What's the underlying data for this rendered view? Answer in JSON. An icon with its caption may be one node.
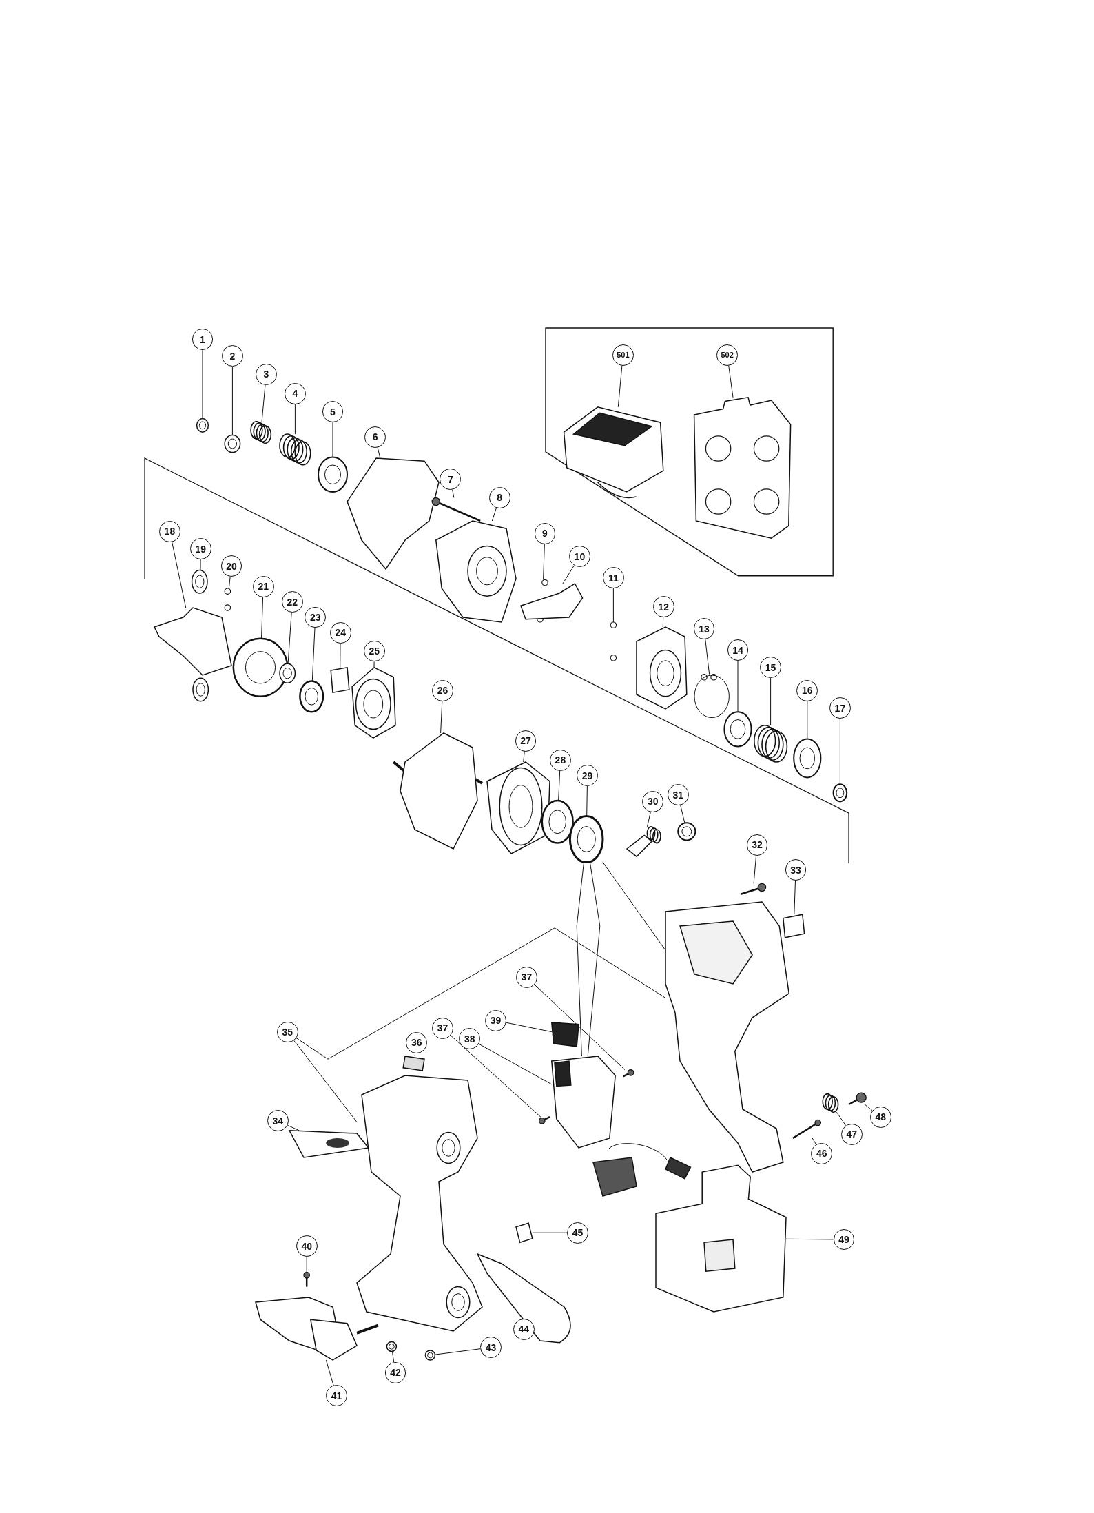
{
  "diagram": {
    "nodes": [
      {
        "text": [],
        "shape": "box"
      },
      {
        "text": [
          "501"
        ],
        "in": 0
      },
      {
        "text": [
          "502"
        ],
        "in": 0
      },
      {
        "text": [
          "1"
        ]
      },
      {
        "text": [
          "2"
        ]
      },
      {
        "text": [
          "3"
        ]
      },
      {
        "text": [
          "4"
        ]
      },
      {
        "text": [
          "5"
        ]
      },
      {
        "text": [
          "6"
        ]
      },
      {
        "text": [
          "7"
        ]
      },
      {
        "text": [
          "8"
        ]
      },
      {
        "text": [
          "9"
        ]
      },
      {
        "text": [
          "10"
        ]
      },
      {
        "text": [
          "11"
        ]
      },
      {
        "text": [
          "12"
        ]
      },
      {
        "text": [
          "13"
        ]
      },
      {
        "text": [
          "14"
        ]
      },
      {
        "text": [
          "15"
        ]
      },
      {
        "text": [
          "16"
        ]
      },
      {
        "text": [
          "17"
        ]
      },
      {
        "text": [
          "18"
        ]
      },
      {
        "text": [
          "19"
        ]
      },
      {
        "text": [
          "20"
        ]
      },
      {
        "text": [
          "21"
        ]
      },
      {
        "text": [
          "22"
        ]
      },
      {
        "text": [
          "23"
        ]
      },
      {
        "text": [
          "24"
        ]
      },
      {
        "text": [
          "25"
        ]
      },
      {
        "text": [
          "26"
        ]
      },
      {
        "text": [
          "27"
        ]
      },
      {
        "text": [
          "28"
        ]
      },
      {
        "text": [
          "29"
        ]
      },
      {
        "text": [
          "30"
        ]
      },
      {
        "text": [
          "31"
        ]
      },
      {
        "text": [
          "32"
        ]
      },
      {
        "text": [
          "33"
        ]
      },
      {
        "text": [
          "34"
        ]
      },
      {
        "text": [
          "35"
        ]
      },
      {
        "text": [
          "36"
        ]
      },
      {
        "text": [
          "37"
        ]
      },
      {
        "text": [
          "37"
        ]
      },
      {
        "text": [
          "38"
        ]
      },
      {
        "text": [
          "39"
        ]
      },
      {
        "text": [
          "40"
        ]
      },
      {
        "text": [
          "41"
        ]
      },
      {
        "text": [
          "42"
        ]
      },
      {
        "text": [
          "43"
        ]
      },
      {
        "text": [
          "44"
        ]
      },
      {
        "text": [
          "45"
        ]
      },
      {
        "text": [
          "46"
        ]
      },
      {
        "text": [
          "47"
        ]
      },
      {
        "text": [
          "48"
        ]
      },
      {
        "text": [
          "49"
        ]
      },
      {
        "text": [],
        "shape": "picture",
        "in": 0
      },
      {
        "text": [],
        "shape": "picture",
        "in": 0
      },
      {
        "text": [],
        "shape": "picture"
      },
      {
        "text": [],
        "shape": "picture"
      },
      {
        "text": [],
        "shape": "picture"
      },
      {
        "text": [],
        "shape": "picture"
      },
      {
        "text": [],
        "shape": "picture"
      },
      {
        "text": [],
        "shape": "picture"
      },
      {
        "text": [],
        "shape": "picture"
      },
      {
        "text": [],
        "shape": "picture"
      },
      {
        "text": [],
        "shape": "picture"
      },
      {
        "text": [],
        "shape": "picture"
      },
      {
        "text": [],
        "shape": "picture"
      },
      {
        "text": [],
        "shape": "picture"
      },
      {
        "text": [],
        "shape": "picture"
      },
      {
        "text": [],
        "shape": "picture"
      },
      {
        "text": [],
        "shape": "circle"
      },
      {
        "text": [],
        "shape": "picture"
      },
      {
        "text": [],
        "shape": "picture"
      },
      {
        "text": [],
        "shape": "picture"
      },
      {
        "text": [],
        "shape": "picture"
      },
      {
        "text": [],
        "shape": "picture"
      },
      {
        "text": [],
        "shape": "picture"
      },
      {
        "text": [],
        "shape": "picture"
      },
      {
        "text": [],
        "shape": "picture"
      },
      {
        "text": [],
        "shape": "box"
      },
      {
        "text": [],
        "shape": "picture"
      },
      {
        "text": [],
        "shape": "picture"
      },
      {
        "text": [],
        "shape": "picture"
      },
      {
        "text": [],
        "shape": "picture"
      },
      {
        "text": [],
        "shape": "picture"
      },
      {
        "text": [],
        "shape": "picture"
      },
      {
        "text": [],
        "shape": "picture"
      },
      {
        "text": [],
        "shape": "picture"
      },
      {
        "text": [],
        "shape": "box"
      },
      {
        "text": [],
        "shape": "picture"
      },
      {
        "text": [],
        "shape": "picture"
      },
      {
        "text": [],
        "shape": "box"
      },
      {
        "text": [],
        "shape": "picture"
      },
      {
        "text": [],
        "shape": "picture"
      },
      {
        "text": [],
        "shape": "picture"
      },
      {
        "text": [],
        "shape": "box"
      },
      {
        "text": [],
        "shape": "picture"
      },
      {
        "text": [],
        "shape": "picture"
      },
      {
        "text": [],
        "shape": "picture"
      },
      {
        "text": [],
        "shape": "picture"
      },
      {
        "text": [],
        "shape": "picture"
      },
      {
        "text": [],
        "shape": "picture"
      },
      {
        "text": [],
        "shape": "picture"
      },
      {
        "text": [],
        "shape": "circle"
      },
      {
        "text": [],
        "shape": "picture"
      },
      {
        "text": [],
        "shape": "picture"
      },
      {
        "text": [],
        "shape": "picture"
      }
    ],
    "edges": [
      {
        "from": 1,
        "to": 53,
        "arrow": "none"
      },
      {
        "from": 2,
        "to": 54,
        "arrow": "none"
      },
      {
        "from": 3,
        "to": 55,
        "arrow": "none"
      },
      {
        "from": 4,
        "to": 56,
        "arrow": "none"
      },
      {
        "from": 5,
        "to": 57,
        "arrow": "none"
      },
      {
        "from": 6,
        "to": 58,
        "arrow": "none"
      },
      {
        "from": 7,
        "to": 59,
        "arrow": "none"
      },
      {
        "from": 8,
        "to": 60,
        "arrow": "none"
      },
      {
        "from": 9,
        "to": 61,
        "arrow": "none"
      },
      {
        "from": 10,
        "to": 62,
        "arrow": "none"
      },
      {
        "from": 11,
        "to": 63,
        "arrow": "none"
      },
      {
        "from": 12,
        "to": 64,
        "arrow": "none"
      },
      {
        "from": 13,
        "to": 65,
        "arrow": "none"
      },
      {
        "from": 14,
        "to": 66,
        "arrow": "none"
      },
      {
        "from": 15,
        "to": 67,
        "arrow": "none"
      },
      {
        "from": 16,
        "to": 68,
        "arrow": "none"
      },
      {
        "from": 17,
        "to": 69,
        "arrow": "none"
      },
      {
        "from": 18,
        "to": 70,
        "arrow": "none"
      },
      {
        "from": 19,
        "to": 71,
        "arrow": "none"
      },
      {
        "from": 20,
        "to": 72,
        "arrow": "none"
      },
      {
        "from": 21,
        "to": 73,
        "arrow": "none"
      },
      {
        "from": 22,
        "to": 74,
        "arrow": "none"
      },
      {
        "from": 23,
        "to": 75,
        "arrow": "none"
      },
      {
        "from": 24,
        "to": 76,
        "arrow": "none"
      },
      {
        "from": 25,
        "to": 77,
        "arrow": "none"
      },
      {
        "from": 26,
        "to": 78,
        "arrow": "none"
      },
      {
        "from": 27,
        "to": 79,
        "arrow": "none"
      },
      {
        "from": 28,
        "to": 80,
        "arrow": "none"
      },
      {
        "from": 29,
        "to": 81,
        "arrow": "none"
      },
      {
        "from": 30,
        "to": 82,
        "arrow": "none"
      },
      {
        "from": 31,
        "to": 83,
        "arrow": "none"
      },
      {
        "from": 32,
        "to": 84,
        "arrow": "none"
      },
      {
        "from": 33,
        "to": 85,
        "arrow": "none"
      },
      {
        "from": 34,
        "to": 86,
        "arrow": "none"
      },
      {
        "from": 35,
        "to": 87,
        "arrow": "none"
      },
      {
        "from": 36,
        "to": 88,
        "arrow": "none"
      },
      {
        "from": 37,
        "to": 89,
        "arrow": "none"
      },
      {
        "from": 38,
        "to": 90,
        "arrow": "none"
      },
      {
        "from": 39,
        "to": 91,
        "arrow": "none"
      },
      {
        "from": 40,
        "to": 92,
        "arrow": "none"
      },
      {
        "from": 41,
        "to": 93,
        "arrow": "none"
      },
      {
        "from": 42,
        "to": 94,
        "arrow": "none"
      },
      {
        "from": 43,
        "to": 95,
        "arrow": "none"
      },
      {
        "from": 44,
        "to": 96,
        "arrow": "none"
      },
      {
        "from": 45,
        "to": 97,
        "arrow": "none"
      },
      {
        "from": 46,
        "to": 98,
        "arrow": "none"
      },
      {
        "from": 47,
        "to": 99,
        "arrow": "none"
      },
      {
        "from": 48,
        "to": 100,
        "arrow": "none"
      },
      {
        "from": 49,
        "to": 101,
        "arrow": "none"
      },
      {
        "from": 50,
        "to": 102,
        "arrow": "none"
      },
      {
        "from": 51,
        "to": 103,
        "arrow": "none"
      },
      {
        "from": 52,
        "to": 104,
        "arrow": "none"
      },
      {
        "from": 37,
        "to": 105,
        "arrow": "none"
      },
      {
        "from": 83,
        "to": 105,
        "arrow": "none"
      },
      {
        "from": 83,
        "to": 93,
        "arrow": "none"
      },
      {
        "from": 83,
        "to": 93,
        "arrow": "none"
      }
    ]
  }
}
